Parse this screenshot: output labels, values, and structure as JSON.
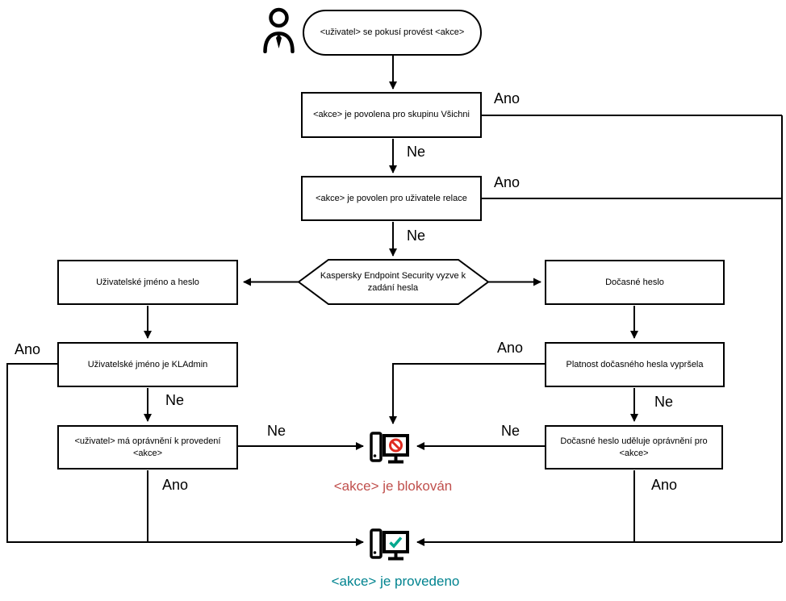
{
  "flowchart": {
    "start": {
      "label": "<uživatel> se pokusí provést <akce>"
    },
    "steps": {
      "action_allowed_everyone": "<akce> je povolena pro skupinu Všichni",
      "action_allowed_session_user": "<akce> je povolen pro uživatele relace",
      "password_prompt": "Kaspersky Endpoint Security vyzve k zadání hesla",
      "username_password": "Uživatelské jméno a heslo",
      "temporary_password": "Dočasné heslo",
      "username_is_kladmin": "Uživatelské jméno je KLAdmin",
      "temp_password_expired": "Platnost dočasného hesla vypršela",
      "user_has_permission": "<uživatel> má oprávnění k provedení <akce>",
      "temp_password_grants_permission": "Dočasné heslo uděluje oprávnění pro <akce>"
    },
    "outcomes": {
      "blocked": "<akce> je blokován",
      "performed": "<akce> je provedeno"
    },
    "labels": {
      "yes": "Ano",
      "no": "Ne"
    },
    "colors": {
      "line": "#000000",
      "blocked_text": "#c0504d",
      "blocked_icon": "#e02b20",
      "performed_text": "#00838f",
      "performed_icon": "#00a88e"
    }
  }
}
